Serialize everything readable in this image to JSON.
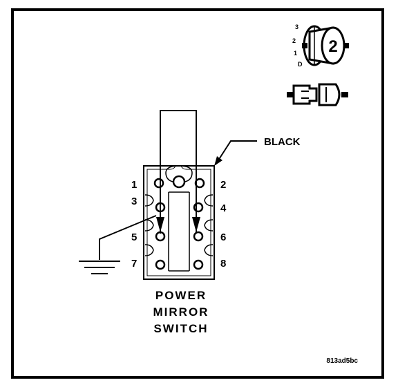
{
  "labels": {
    "wire_color": "BLACK",
    "title_line1": "POWER",
    "title_line2": "MIRROR",
    "title_line3": "SWITCH",
    "code": "813ad5bc"
  },
  "pins": {
    "p1": "1",
    "p2": "2",
    "p3": "3",
    "p4": "4",
    "p5": "5",
    "p6": "6",
    "p7": "7",
    "p8": "8"
  },
  "knob": {
    "positions": [
      "3",
      "2",
      "1",
      "D"
    ],
    "selected": "2"
  }
}
